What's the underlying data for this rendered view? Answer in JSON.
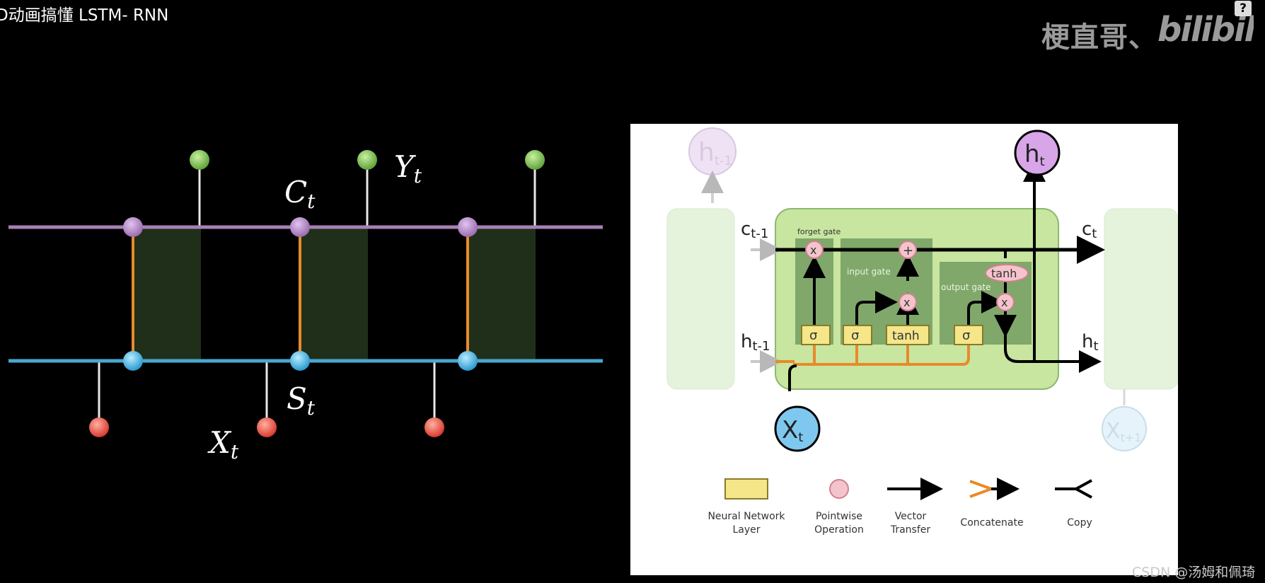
{
  "video_title": "D动画搞懂 LSTM- RNN",
  "watermark": {
    "text": "梗直哥、",
    "logo": "bilibili"
  },
  "help_glyph": "?",
  "left_diagram": {
    "labels": {
      "C": "C",
      "Y": "Y",
      "S": "S",
      "X": "X",
      "sub": "t"
    }
  },
  "lstm_figure": {
    "h_prev_top": "h",
    "h_prev_top_sub": "t-1",
    "h_out": "h",
    "h_out_sub": "t",
    "c_in": "c",
    "c_in_sub": "t-1",
    "c_out": "c",
    "c_out_sub": "t",
    "h_in": "h",
    "h_in_sub": "t-1",
    "h_right": "h",
    "h_right_sub": "t",
    "x_in": "X",
    "x_in_sub": "t",
    "x_next": "X",
    "x_next_sub": "t+1",
    "forget_gate": "forget gate",
    "input_gate": "input gate",
    "output_gate": "output gate",
    "sigma": "σ",
    "tanh": "tanh",
    "times": "x",
    "plus": "+",
    "legend": [
      {
        "line1": "Neural Network",
        "line2": "Layer"
      },
      {
        "line1": "Pointwise",
        "line2": "Operation"
      },
      {
        "line1": "Vector",
        "line2": "Transfer"
      },
      {
        "line1": "Concatenate",
        "line2": ""
      },
      {
        "line1": "Copy",
        "line2": ""
      }
    ]
  },
  "credit": "CSDN @汤姆和佩琦",
  "colors": {
    "cell_line": "#a87fb5",
    "state_line": "#48a8d0",
    "orange": "#e88a2a",
    "cell_fill": "#1f2f1a",
    "output_node": "#6fb84a",
    "input_node": "#e8534a",
    "lstm_green": "#c8e6a0",
    "gate_bg": "#7fa86a",
    "nn_layer": "#f5e68a",
    "pointwise": "#f4c4cc",
    "h_circle": "#d8a5e8",
    "x_circle": "#7ec8f0"
  }
}
